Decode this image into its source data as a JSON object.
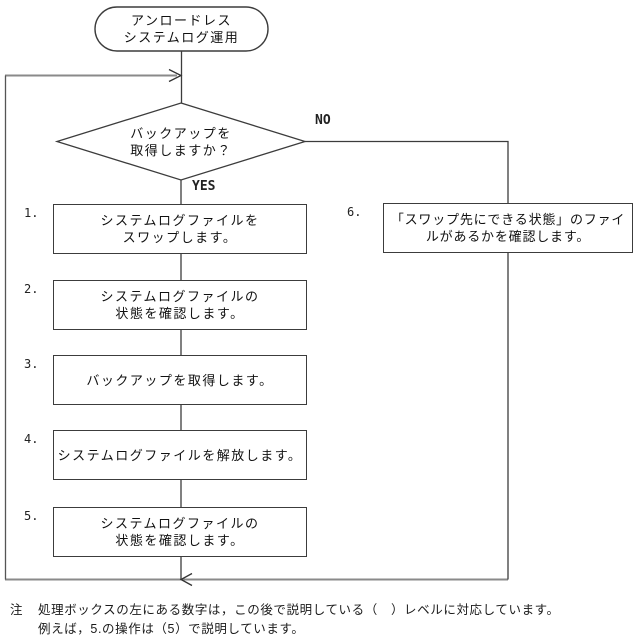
{
  "colors": {
    "background": "#ffffff",
    "line": "#3c3c3c",
    "loop_line": "#8a8a8a",
    "text": "#111111"
  },
  "terminator": {
    "lines": [
      "アンロードレス",
      "システムログ運用"
    ]
  },
  "decision": {
    "lines": [
      "バックアップを",
      "取得しますか？"
    ],
    "yes_label": "YES",
    "no_label": "NO"
  },
  "steps": [
    {
      "number": "1.",
      "lines": [
        "システムログファイルを",
        "スワップします。"
      ]
    },
    {
      "number": "2.",
      "lines": [
        "システムログファイルの",
        "状態を確認します。"
      ]
    },
    {
      "number": "3.",
      "lines": [
        "バックアップを取得します。"
      ]
    },
    {
      "number": "4.",
      "lines": [
        "システムログファイルを解放します。"
      ]
    },
    {
      "number": "5.",
      "lines": [
        "システムログファイルの",
        "状態を確認します。"
      ]
    },
    {
      "number": "6.",
      "lines": [
        "「スワップ先にできる状態」のファイ",
        "ルがあるかを確認します。"
      ]
    }
  ],
  "note": {
    "marker": "注",
    "lines": [
      "処理ボックスの左にある数字は，この後で説明している（　）レベルに対応しています。",
      "例えば，5.の操作は（5）で説明しています。"
    ]
  }
}
